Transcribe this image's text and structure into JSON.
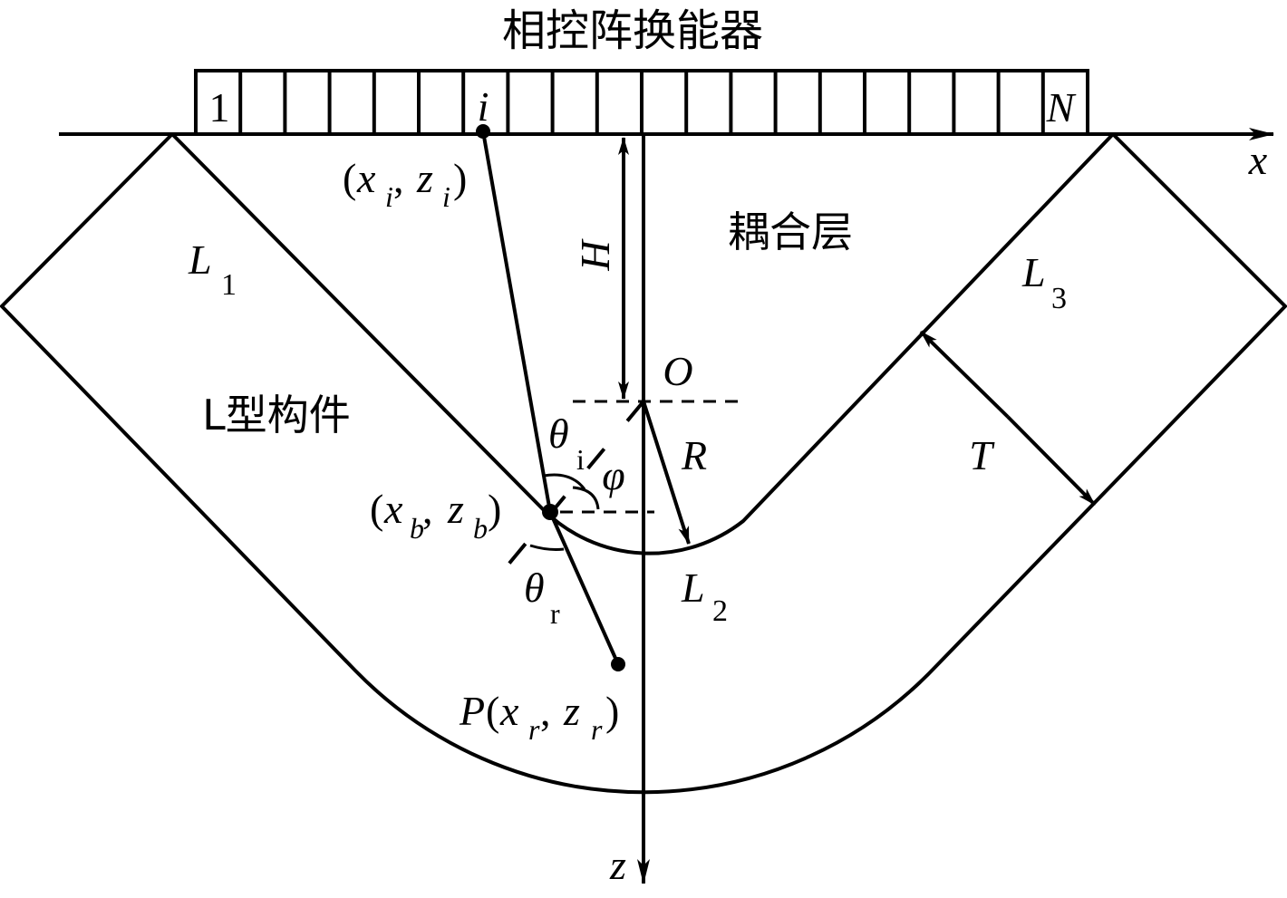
{
  "title": "相控阵换能器",
  "transducer": {
    "element_count_drawn": 20,
    "first_label": "1",
    "active_label": "i",
    "last_label": "N"
  },
  "axes": {
    "x_label": "x",
    "z_label": "z",
    "origin_label": "O"
  },
  "regions": {
    "coupling_layer": "耦合层",
    "component": "L型构件"
  },
  "segments": {
    "L1": {
      "base": "L",
      "sub": "1"
    },
    "L2": {
      "base": "L",
      "sub": "2"
    },
    "L3": {
      "base": "L",
      "sub": "3"
    }
  },
  "dimensions": {
    "H": "H",
    "R": "R",
    "T": "T"
  },
  "points": {
    "element": {
      "open": "(",
      "x": "x",
      "xs": "i",
      "sep": ",",
      "z": "z",
      "zs": "i",
      "close": ")"
    },
    "boundary": {
      "open": "(",
      "x": "x",
      "xs": "b",
      "sep": ",",
      "z": "z",
      "zs": "b",
      "close": ")"
    },
    "target": {
      "prefix": "P",
      "open": "(",
      "x": "x",
      "xs": "r",
      "sep": ",",
      "z": "z",
      "zs": "r",
      "close": ")"
    }
  },
  "angles": {
    "incident": {
      "base": "θ",
      "sub": "i"
    },
    "refracted": {
      "base": "θ",
      "sub": "r"
    },
    "phi": "φ"
  },
  "colors": {
    "stroke": "#000000",
    "background": "#ffffff"
  }
}
